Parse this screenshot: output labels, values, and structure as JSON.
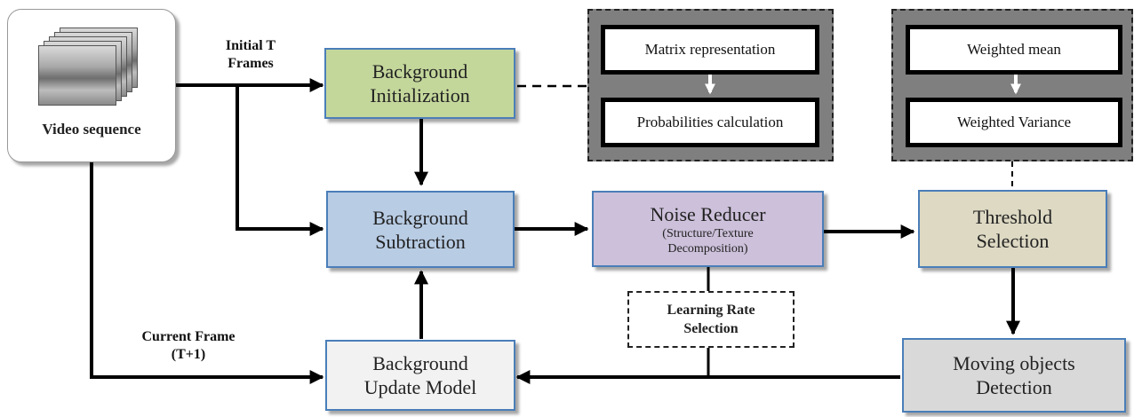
{
  "source": {
    "label": "Video sequence",
    "image_icon": "video-frames-stack-icon"
  },
  "edge_labels": {
    "initial_frames": [
      "Initial T",
      "Frames"
    ],
    "current_frame": [
      "Current Frame",
      "(T+1)"
    ]
  },
  "nodes": {
    "init": {
      "lines": [
        "Background",
        "Initialization"
      ],
      "color": "#c4d79b"
    },
    "subtraction": {
      "lines": [
        "Background",
        "Subtraction"
      ],
      "color": "#b8cce4"
    },
    "update": {
      "lines": [
        "Background",
        "Update Model"
      ],
      "color": "#f2f2f2"
    },
    "noise": {
      "title": "Noise Reducer",
      "subtitle": [
        "(Structure/Texture",
        "Decomposition)"
      ],
      "color": "#ccc0da"
    },
    "threshold": {
      "lines": [
        "Threshold",
        "Selection"
      ],
      "color": "#ddd9c3"
    },
    "moving": {
      "lines": [
        "Moving objects",
        "Detection"
      ],
      "color": "#d9d9d9"
    },
    "learning": {
      "lines": [
        "Learning Rate",
        "Selection"
      ]
    }
  },
  "panels": {
    "init_detail": {
      "top": "Matrix representation",
      "bottom": "Probabilities calculation"
    },
    "threshold_detail": {
      "top": "Weighted mean",
      "bottom": "Weighted Variance"
    }
  }
}
